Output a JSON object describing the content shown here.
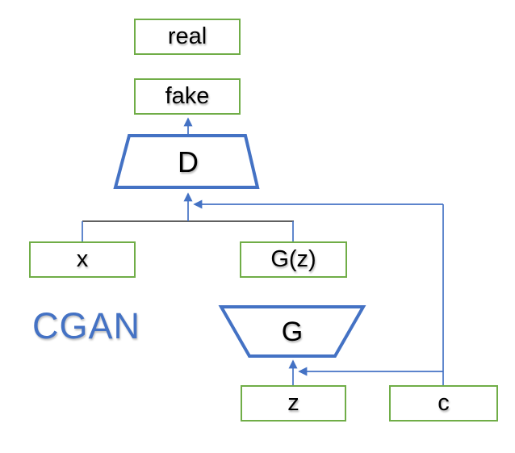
{
  "title": {
    "label": "CGAN"
  },
  "nodes": {
    "real": "real",
    "fake": "fake",
    "discriminator": "D",
    "x": "x",
    "gz": "G(z)",
    "z": "z",
    "generator": "G",
    "c": "c"
  },
  "colors": {
    "box_border_green": "#70AD47",
    "shape_blue": "#4472C4",
    "connector_black": "#000000",
    "text_black": "#000000"
  }
}
